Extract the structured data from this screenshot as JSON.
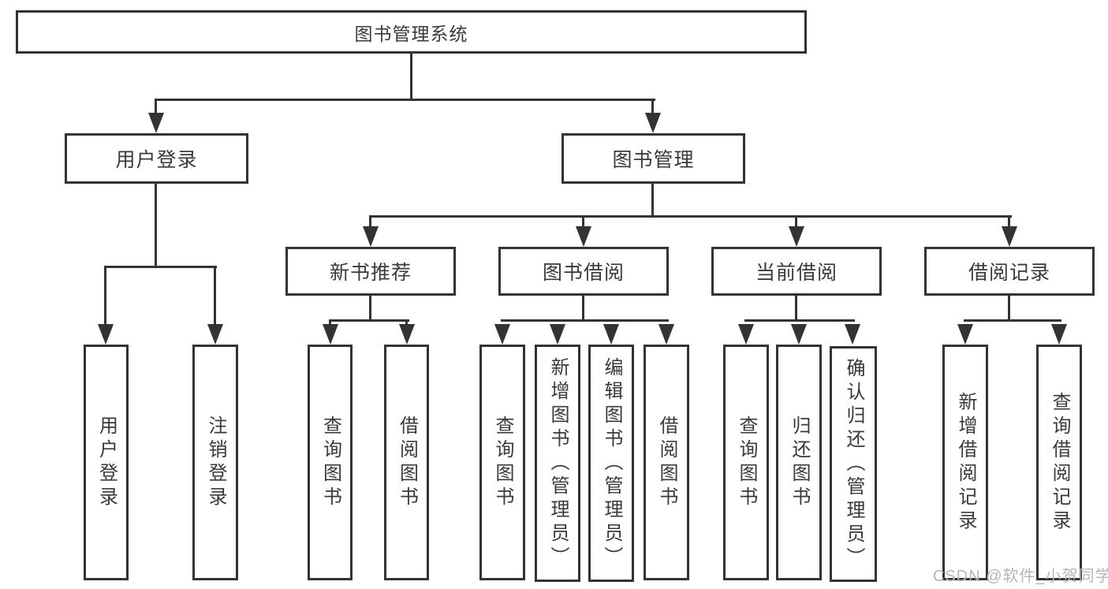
{
  "diagram": {
    "type": "hierarchy-tree",
    "colors": {
      "line": "#333333",
      "text": "#3a3a3a",
      "box_background": "#ffffff",
      "watermark": "#b6b6b6"
    },
    "root": {
      "label": "图书管理系统"
    },
    "branches": [
      {
        "label": "用户登录",
        "children": [
          {
            "label": "用户登录"
          },
          {
            "label": "注销登录"
          }
        ]
      },
      {
        "label": "图书管理",
        "children": [
          {
            "label": "新书推荐",
            "children": [
              {
                "label": "查询图书"
              },
              {
                "label": "借阅图书"
              }
            ]
          },
          {
            "label": "图书借阅",
            "children": [
              {
                "label": "查询图书"
              },
              {
                "label": "新增图书（管理员）"
              },
              {
                "label": "编辑图书（管理员）"
              },
              {
                "label": "借阅图书"
              }
            ]
          },
          {
            "label": "当前借阅",
            "children": [
              {
                "label": "查询图书"
              },
              {
                "label": "归还图书"
              },
              {
                "label": "确认归还（管理员）"
              }
            ]
          },
          {
            "label": "借阅记录",
            "children": [
              {
                "label": "新增借阅记录"
              },
              {
                "label": "查询借阅记录"
              }
            ]
          }
        ]
      }
    ]
  },
  "watermark": "CSDN @软件_小贺同学"
}
